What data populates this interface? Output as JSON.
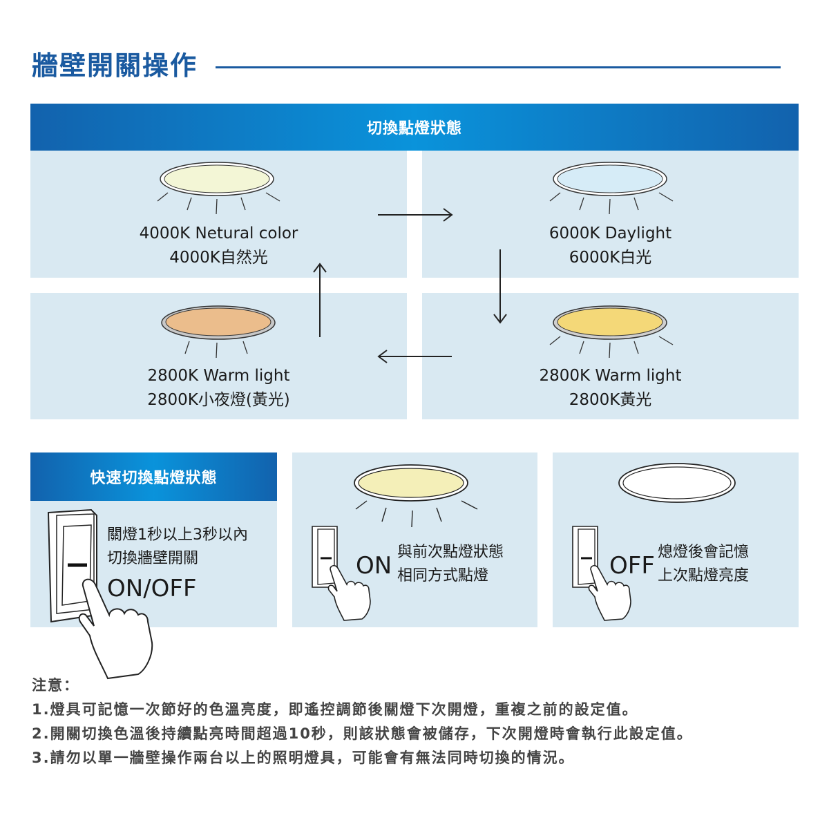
{
  "title": "牆壁開關操作",
  "cycle_section": {
    "banner": "切換點燈狀態",
    "states": [
      {
        "en": "4000K Netural color",
        "zh": "4000K自然光",
        "fill_color": "#f3f6d6",
        "rim_color": "#ffffff"
      },
      {
        "en": "6000K Daylight",
        "zh": "6000K白光",
        "fill_color": "#d6ecf7",
        "rim_color": "#ffffff"
      },
      {
        "en": "2800K Warm light",
        "zh": "2800K黃光",
        "fill_color": "#f4d878",
        "rim_color": "#c8c8c8"
      },
      {
        "en": "2800K Warm light",
        "zh": "2800K小夜燈(黃光)",
        "fill_color": "#ebbd8c",
        "rim_color": "#c0c0c0"
      }
    ],
    "arrows": [
      "right",
      "down",
      "left",
      "up"
    ]
  },
  "quick_section": {
    "banner": "快速切換點燈狀態",
    "instruction_line1": "關燈1秒以上3秒以內",
    "instruction_line2": "切換牆壁開關",
    "instruction_onoff": "ON/OFF",
    "on_panel": {
      "label": "ON",
      "line1": "與前次點燈狀態",
      "line2": "相同方式點燈",
      "lamp_fill": "#f4efb8"
    },
    "off_panel": {
      "label": "OFF",
      "line1": "熄燈後會記憶",
      "line2": "上次點燈亮度",
      "lamp_fill": "#ffffff"
    }
  },
  "notes": {
    "heading": "注意：",
    "items": [
      "1.燈具可記憶一次節好的色溫亮度，即遙控調節後關燈下次開燈，重複之前的設定值。",
      "2.開關切換色溫後持續點亮時間超過10秒，則該狀態會被儲存，下次開燈時會執行此設定值。",
      "3.請勿以單一牆壁操作兩台以上的照明燈具，可能會有無法同時切換的情況。"
    ]
  },
  "colors": {
    "brand_blue": "#1a5aa0",
    "panel_bg": "#d9e9f2"
  }
}
